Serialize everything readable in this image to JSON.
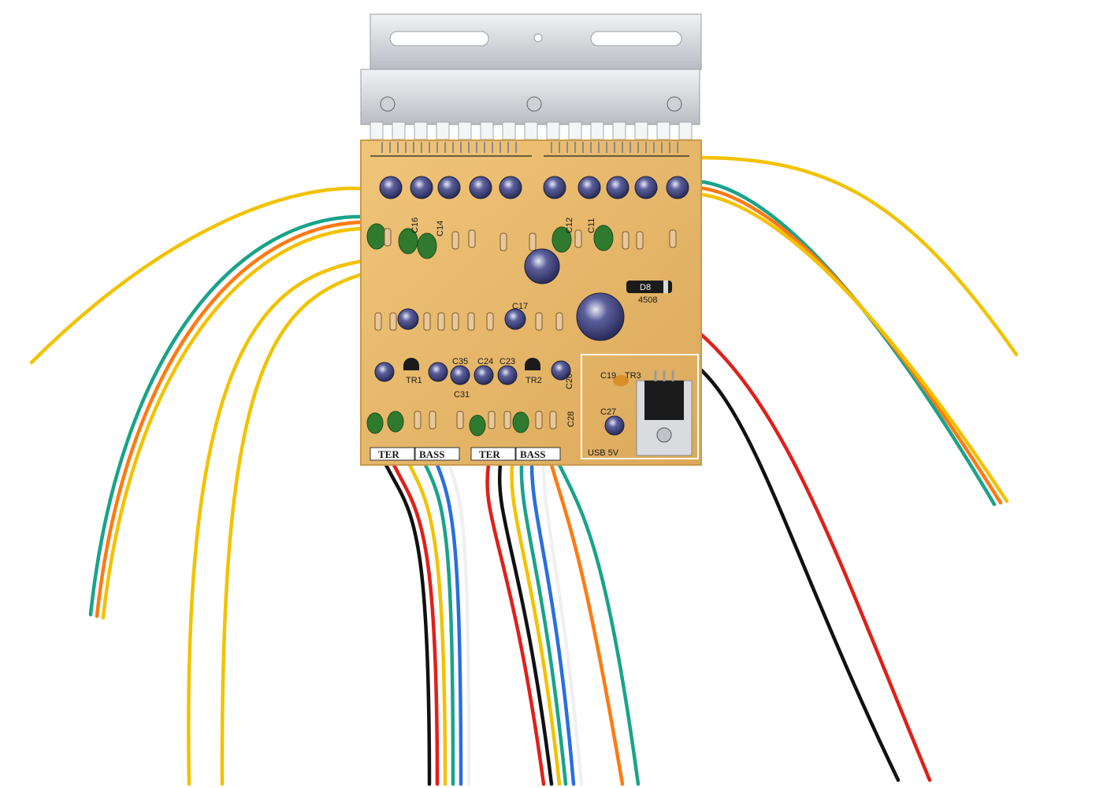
{
  "board": {
    "colors": {
      "pcb": "#e8b768",
      "pcb_edge": "#c99a4c",
      "heatsink": "#d9dbdf",
      "capacitor": "#3b3f7a",
      "green_cap": "#2f7a2f",
      "wire_yellow": "#f2c200",
      "wire_orange": "#ff7a12",
      "wire_teal": "#19a38a",
      "wire_red": "#e0201a",
      "wire_black": "#111111"
    },
    "labels": {
      "ter_left": "TER",
      "bass_left": "BASS",
      "ter_right": "TER",
      "bass_right": "BASS",
      "usb": "USB 5V",
      "tr1": "TR1",
      "tr2": "TR2",
      "tr3": "TR3",
      "c19": "C19",
      "c27": "C27",
      "c17": "C17",
      "c24": "C24",
      "c23": "C23",
      "c31": "C31",
      "c20": "C20",
      "c28": "C28",
      "c35": "C35",
      "c16": "C16",
      "c14": "C14",
      "c11": "C11",
      "c12": "C12",
      "diode": "D8",
      "diode_code": "4508"
    }
  }
}
